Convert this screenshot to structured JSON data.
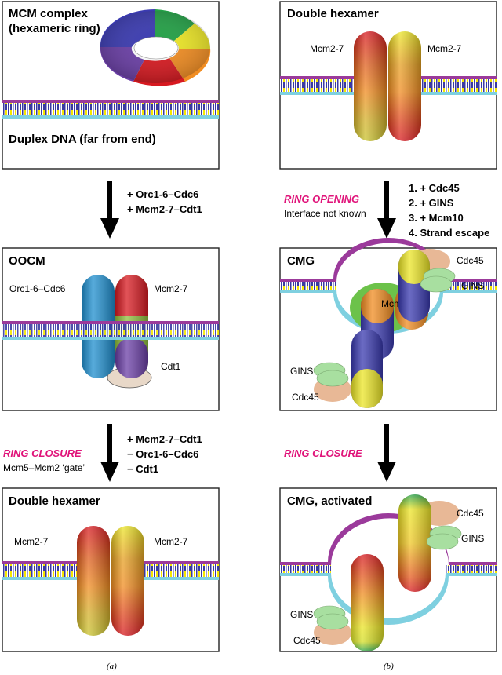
{
  "colors": {
    "magenta_text": "#e0147a",
    "dna_top": "#9b3a9b",
    "dna_bottom": "#7fd0e0",
    "base_yellow": "#f4e600",
    "base_blue": "#3a3aa0",
    "mcm_red": "#d71920",
    "mcm_yellow": "#ece627",
    "mcm_orange": "#f18d22",
    "orc_blue": "#1f8fcf",
    "purple": "#6a3ea6",
    "gins": "#a8dfa0",
    "cdc45": "#e8b896",
    "mcm10": "#6cc24a"
  },
  "panel_a": {
    "box1": {
      "title_line1": "MCM complex",
      "title_line2": "(hexameric ring)",
      "bottom_label": "Duplex DNA (far from end)"
    },
    "step1": {
      "line1": "+ Orc1-6–Cdc6",
      "line2": "+ Mcm2-7–Cdt1"
    },
    "box2": {
      "title": "OOCM",
      "orc_label": "Orc1-6–Cdc6",
      "mcm_label": "Mcm2-7",
      "cdt1_label": "Cdt1"
    },
    "step2": {
      "ring_label": "RING CLOSURE",
      "ring_note": "Mcm5–Mcm2 ‘gate’",
      "line1": "+ Mcm2-7–Cdt1",
      "line2": "− Orc1-6–Cdc6",
      "line3": "− Cdt1"
    },
    "box3": {
      "title": "Double hexamer",
      "left_label": "Mcm2-7",
      "right_label": "Mcm2-7"
    },
    "caption": "(a)"
  },
  "panel_b": {
    "box1": {
      "title": "Double hexamer",
      "left_label": "Mcm2-7",
      "right_label": "Mcm2-7"
    },
    "step1": {
      "ring_label": "RING OPENING",
      "ring_note": "Interface not known",
      "line1": "1. + Cdc45",
      "line2": "2. + GINS",
      "line3": "3. + Mcm10",
      "line4": "4. Strand escape"
    },
    "box2": {
      "title": "CMG",
      "cdc45_top": "Cdc45",
      "gins_top": "GINS",
      "mcm10": "Mcm10",
      "gins_bottom": "GINS",
      "cdc45_bottom": "Cdc45"
    },
    "step2": {
      "ring_label": "RING CLOSURE"
    },
    "box3": {
      "title": "CMG, activated",
      "cdc45_top": "Cdc45",
      "gins_top": "GINS",
      "gins_bottom": "GINS",
      "cdc45_bottom": "Cdc45"
    },
    "caption": "(b)"
  }
}
